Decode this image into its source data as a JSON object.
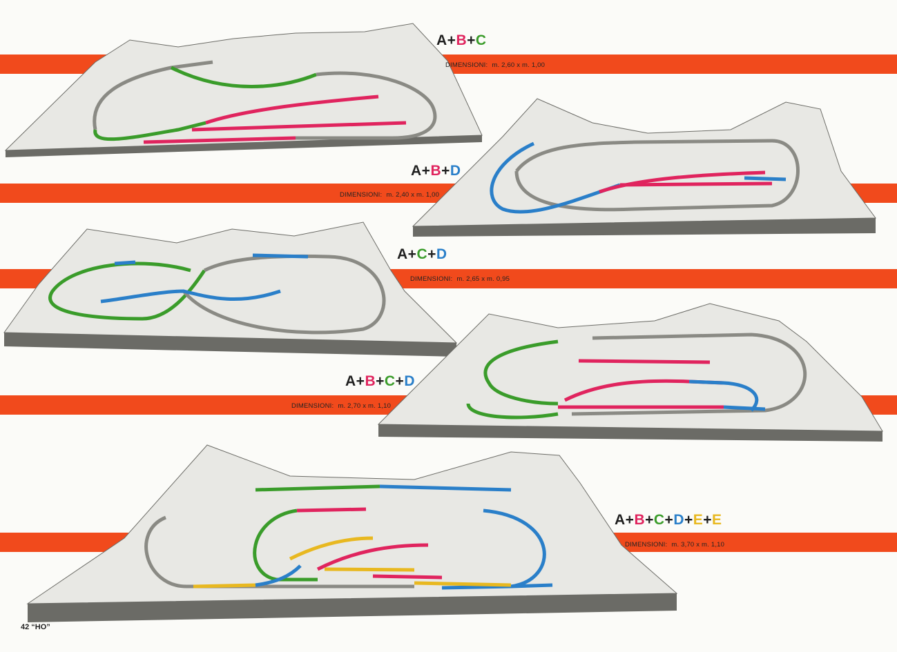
{
  "colors": {
    "band": "#f14a1c",
    "A": "#1f1f1f",
    "B": "#e0245e",
    "C": "#3a9c2a",
    "D": "#2a7fc9",
    "E": "#e8b820",
    "terrain": "#e8e8e4",
    "terrain_dark": "#6b6b66",
    "track_gray": "#8a8a84"
  },
  "layouts": [
    {
      "combo": [
        {
          "letter": "A",
          "color": "A"
        },
        {
          "sep": "+"
        },
        {
          "letter": "B",
          "color": "B"
        },
        {
          "sep": "+"
        },
        {
          "letter": "C",
          "color": "C"
        }
      ],
      "dim_label": "DIMENSIONI:",
      "dim_value": "m. 2,60 x m. 1,00"
    },
    {
      "combo": [
        {
          "letter": "A",
          "color": "A"
        },
        {
          "sep": "+"
        },
        {
          "letter": "B",
          "color": "B"
        },
        {
          "sep": "+"
        },
        {
          "letter": "D",
          "color": "D"
        }
      ],
      "dim_label": "DIMENSIONI:",
      "dim_value": "m. 2,40 x m. 1,00"
    },
    {
      "combo": [
        {
          "letter": "A",
          "color": "A"
        },
        {
          "sep": "+"
        },
        {
          "letter": "C",
          "color": "C"
        },
        {
          "sep": "+"
        },
        {
          "letter": "D",
          "color": "D"
        }
      ],
      "dim_label": "DIMENSIONI:",
      "dim_value": "m. 2,65 x m. 0,95"
    },
    {
      "combo": [
        {
          "letter": "A",
          "color": "A"
        },
        {
          "sep": "+"
        },
        {
          "letter": "B",
          "color": "B"
        },
        {
          "sep": "+"
        },
        {
          "letter": "C",
          "color": "C"
        },
        {
          "sep": "+"
        },
        {
          "letter": "D",
          "color": "D"
        }
      ],
      "dim_label": "DIMENSIONI:",
      "dim_value": "m. 2,70 x m. 1,10"
    },
    {
      "combo": [
        {
          "letter": "A",
          "color": "A"
        },
        {
          "sep": "+"
        },
        {
          "letter": "B",
          "color": "B"
        },
        {
          "sep": "+"
        },
        {
          "letter": "C",
          "color": "C"
        },
        {
          "sep": "+"
        },
        {
          "letter": "D",
          "color": "D"
        },
        {
          "sep": "+"
        },
        {
          "letter": "E",
          "color": "E"
        },
        {
          "sep": "+"
        },
        {
          "letter": "E",
          "color": "E"
        }
      ],
      "dim_label": "DIMENSIONI:",
      "dim_value": "m. 3,70 x m. 1,10"
    }
  ],
  "footer": {
    "page_label": "42 “HO”"
  }
}
